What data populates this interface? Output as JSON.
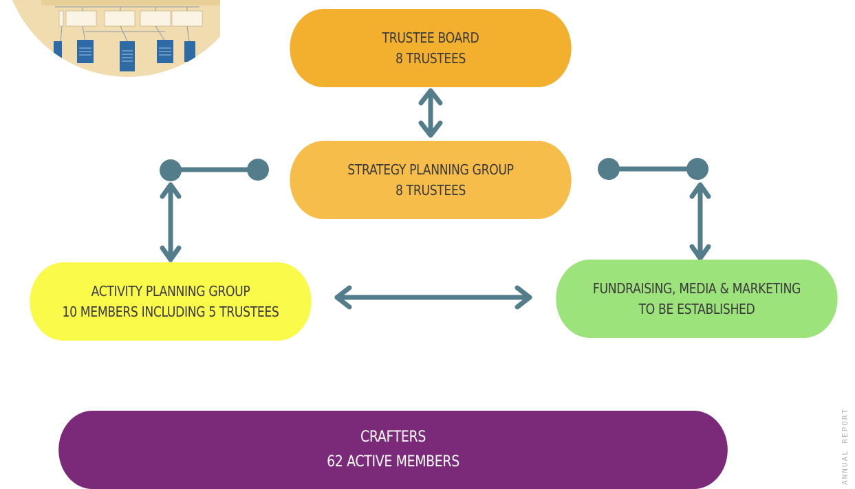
{
  "nodes": {
    "trustee_board": {
      "line1": "TRUSTEE BOARD",
      "line2": "8 TRUSTEES"
    },
    "strategy_planning_group": {
      "line1": "STRATEGY PLANNING GROUP",
      "line2": "8 TRUSTEES"
    },
    "activity_planning_group": {
      "line1": "ACTIVITY PLANNING GROUP",
      "line2": "10 MEMBERS INCLUDING 5 TRUSTEES"
    },
    "fundraising": {
      "line1": "FUNDRAISING, MEDIA & MARKETING",
      "line2": "TO BE ESTABLISHED"
    },
    "crafters": {
      "line1": "CRAFTERS",
      "line2": "62 ACTIVE MEMBERS"
    }
  },
  "side_text": "ANNUAL REPORT",
  "colors": {
    "trustee_board": "#f2b02e",
    "strategy_planning_group": "#f6bd4b",
    "activity_planning_group": "#fafa4b",
    "fundraising": "#9de37c",
    "crafters": "#7a2a79",
    "connector": "#547d8c",
    "thumbnail_background": "#f1dcaf"
  },
  "icons": {
    "connector_endpoint": "circle-node-icon",
    "thumbnail": "org-chart-thumbnail-icon"
  }
}
